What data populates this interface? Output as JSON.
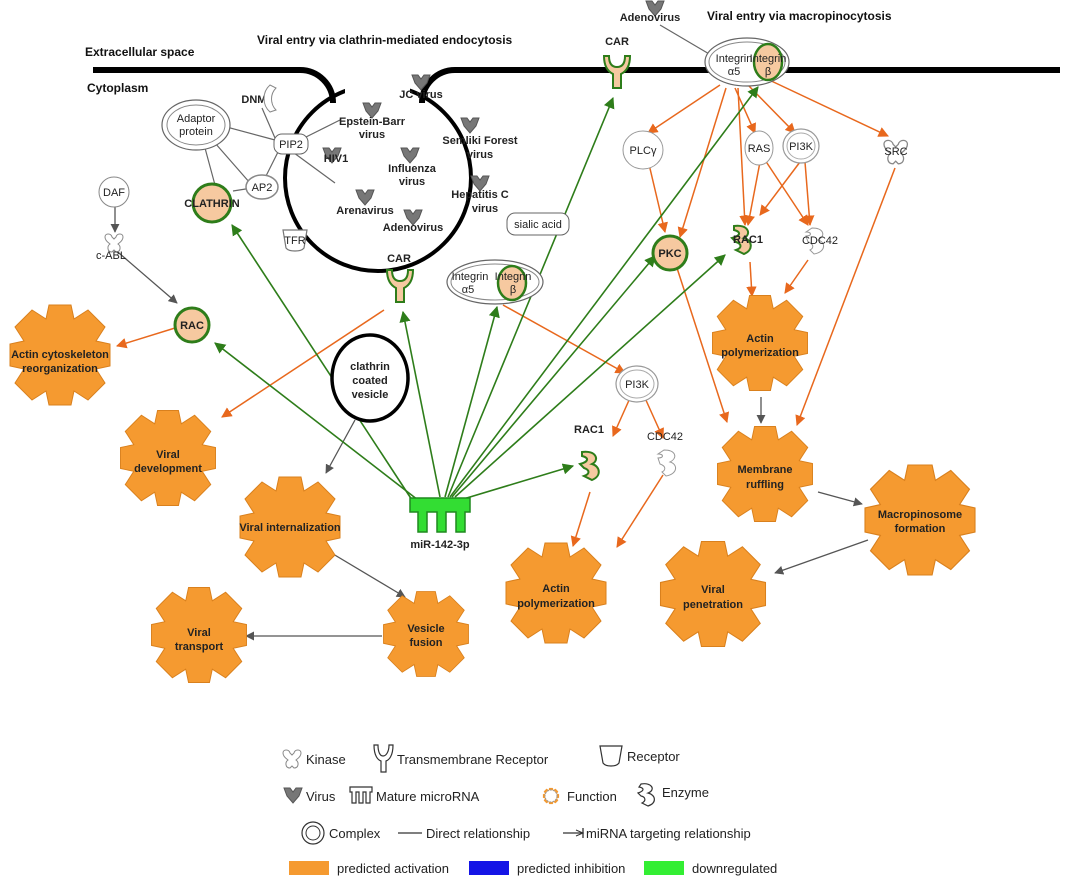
{
  "headers": {
    "clathrin_title": "Viral entry via clathrin-mediated endocytosis",
    "macro_title": "Viral entry via macropinocytosis",
    "extracellular": "Extracellular space",
    "cytoplasm": "Cytoplasm"
  },
  "viruses": {
    "jc": "JC virus",
    "ebv_l1": "Epstein-Barr",
    "ebv_l2": "virus",
    "semliki_l1": "Semliki Forest",
    "semliki_l2": "virus",
    "hiv": "HIV1",
    "influenza_l1": "Influenza",
    "influenza_l2": "virus",
    "hepc_l1": "Hepatitis C",
    "hepc_l2": "virus",
    "arena": "Arenavirus",
    "adeno_in": "Adenovirus",
    "adeno_top": "Adenovirus"
  },
  "nodes": {
    "dnm1": "DNM1",
    "adaptor_l1": "Adaptor",
    "adaptor_l2": "protein",
    "pip2": "PIP2",
    "ap2": "AP2",
    "clathrin": "CLATHRIN",
    "daf": "DAF",
    "cabl": "c-ABL",
    "rac": "RAC",
    "tfr": "TFR",
    "car_in": "CAR",
    "car_top": "CAR",
    "sialic": "sialic acid",
    "integrin_in_a_l1": "Integrin",
    "integrin_in_a_l2": "α5",
    "integrin_in_b_l1": "Integrin",
    "integrin_in_b_l2": "β",
    "integrin_top_a_l1": "Integrin",
    "integrin_top_a_l2": "α5",
    "integrin_top_b_l1": "Integrin",
    "integrin_top_b_l2": "β",
    "plcg": "PLCγ",
    "ras": "RAS",
    "pi3k_top": "PI3K",
    "src": "SRC",
    "pkc": "PKC",
    "rac1_top": "RAC1",
    "cdc42_top": "CDC42",
    "pi3k_mid": "PI3K",
    "rac1_mid": "RAC1",
    "cdc42_mid": "CDC42",
    "vesicle_l1": "clathrin",
    "vesicle_l2": "coated",
    "vesicle_l3": "vesicle",
    "mirna": "miR-142-3p"
  },
  "functions": {
    "actin_reorg_l1": "Actin cytoskeleton",
    "actin_reorg_l2": "reorganization",
    "viral_dev_l1": "Viral",
    "viral_dev_l2": "development",
    "viral_int": "Viral internalization",
    "viral_transport_l1": "Viral",
    "viral_transport_l2": "transport",
    "vesicle_fusion_l1": "Vesicle",
    "vesicle_fusion_l2": "fusion",
    "actin_poly_mid_l1": "Actin",
    "actin_poly_mid_l2": "polymerization",
    "actin_poly_top_l1": "Actin",
    "actin_poly_top_l2": "polymerization",
    "membrane_l1": "Membrane",
    "membrane_l2": "ruffling",
    "macropinosome_l1": "Macropinosome",
    "macropinosome_l2": "formation",
    "viral_pen_l1": "Viral",
    "viral_pen_l2": "penetration"
  },
  "legend": {
    "kinase": "Kinase",
    "transmembrane": "Transmembrane Receptor",
    "receptor": "Receptor",
    "virus": "Virus",
    "mature_mirna": "Mature microRNA",
    "function": "Function",
    "enzyme": "Enzyme",
    "complex": "Complex",
    "direct": "Direct relationship",
    "targeting": "miRNA targeting relationship",
    "pred_activation": "predicted activation",
    "pred_inhibition": "predicted inhibition",
    "downregulated": "downregulated"
  },
  "colors": {
    "activation": "#e8681d",
    "inhibition": "#1414e6",
    "downregulated": "#22dd22",
    "targeting": "#2e7d1a",
    "function_fill": "#f59a30",
    "node_fill": "#f6c9a0",
    "mirna_fill": "#33dd33"
  }
}
